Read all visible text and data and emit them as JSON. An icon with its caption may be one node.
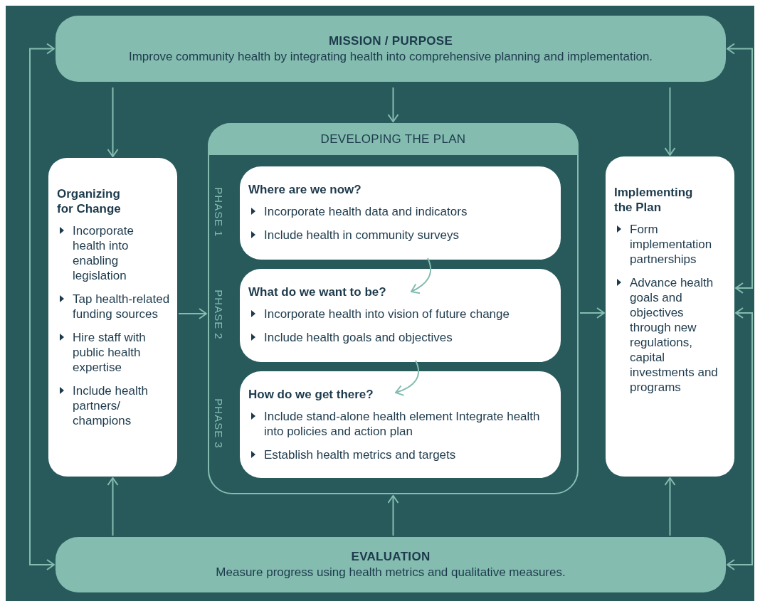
{
  "diagram": {
    "nodes": [
      {
        "text": [
          "MISSION / PURPOSE",
          "Improve community health by integrating health into comprehensive planning and implementation."
        ]
      },
      {
        "text": [
          "Organizing for Change",
          "Incorporate health into enabling legislation",
          "Tap health-related funding sources",
          "Hire staff with public health expertise",
          "Include health partners/ champions"
        ]
      },
      {
        "text": [
          "DEVELOPING THE PLAN"
        ]
      },
      {
        "text": [
          "Where are we now?",
          "Incorporate health data and indicators",
          "Include health in community surveys"
        ],
        "in": 2,
        "beside": [
          "PHASE 1"
        ]
      },
      {
        "text": [
          "What do we want to be?",
          "Incorporate health into vision of future change",
          "Include health goals and objectives"
        ],
        "in": 2,
        "beside": [
          "PHASE 2"
        ]
      },
      {
        "text": [
          "How do we get there?",
          "Include stand-alone health element Integrate health into policies and action plan",
          "Establish health metrics and targets"
        ],
        "in": 2,
        "beside": [
          "PHASE 3"
        ]
      },
      {
        "text": [
          "Implementing the Plan",
          "Form implementation partnerships",
          "Advance health goals and objectives through new regulations, capital investments and programs"
        ]
      },
      {
        "text": [
          "EVALUATION",
          "Measure progress using health metrics and qualitative measures."
        ]
      }
    ],
    "edges": [
      {
        "from": 0,
        "to": 1,
        "arrow": "to"
      },
      {
        "from": 0,
        "to": 2,
        "arrow": "to"
      },
      {
        "from": 0,
        "to": 6,
        "arrow": "to"
      },
      {
        "from": 1,
        "to": 2,
        "arrow": "to"
      },
      {
        "from": 2,
        "to": 6,
        "arrow": "to"
      },
      {
        "from": 3,
        "to": 4,
        "arrow": "to"
      },
      {
        "from": 4,
        "to": 5,
        "arrow": "to"
      },
      {
        "from": 7,
        "to": 1,
        "arrow": "to"
      },
      {
        "from": 7,
        "to": 2,
        "arrow": "to"
      },
      {
        "from": 7,
        "to": 6,
        "arrow": "to"
      },
      {
        "from": 7,
        "to": 0,
        "arrow": "both"
      },
      {
        "from": 0,
        "to": 6,
        "arrow": "both"
      },
      {
        "from": 6,
        "to": 7,
        "arrow": "both"
      }
    ]
  }
}
